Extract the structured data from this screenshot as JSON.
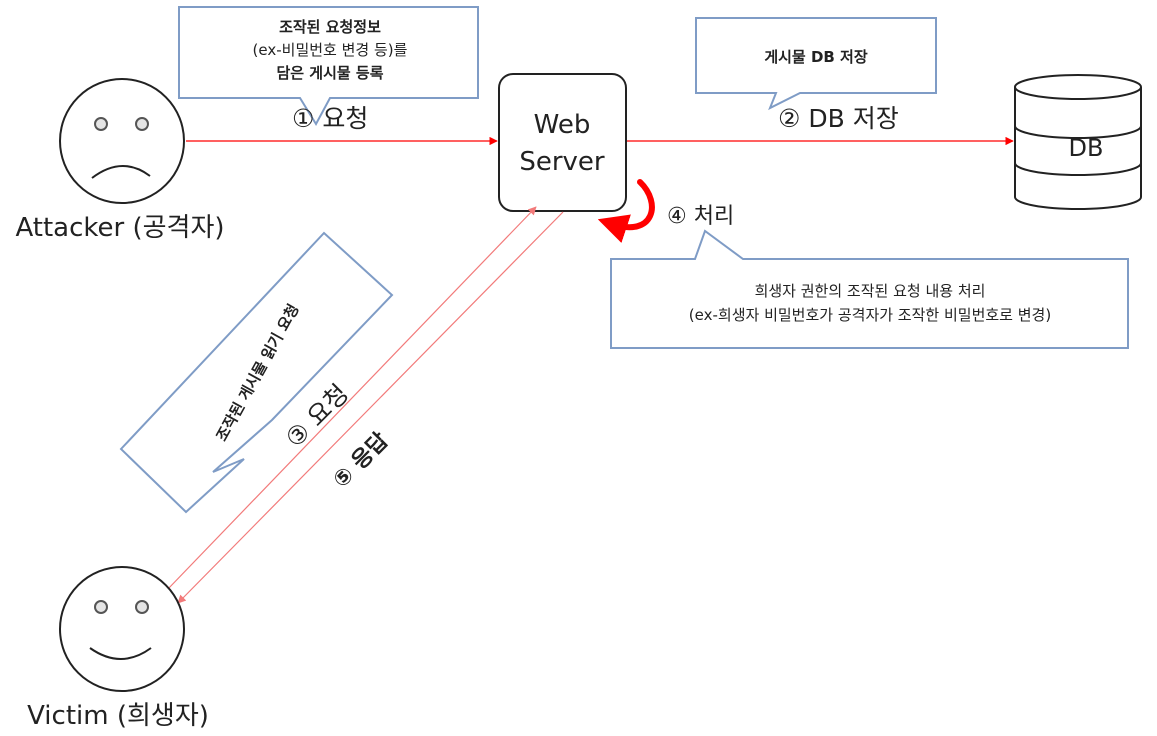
{
  "actors": {
    "attacker": "Attacker (공격자)",
    "victim": "Victim (희생자)"
  },
  "server": {
    "line1": "Web",
    "line2": "Server"
  },
  "database": {
    "label": "DB"
  },
  "steps": {
    "step1": "① 요청",
    "step2": "② DB 저장",
    "step3": "③ 요청",
    "step4": "④ 처리",
    "step5": "⑤ 응답"
  },
  "callouts": {
    "attacker": {
      "line1": "조작된 요청정보",
      "line2": "(ex-비밀번호 변경 등)를",
      "line3": "담은 게시물 등록"
    },
    "db": {
      "text": "게시물 DB 저장"
    },
    "process": {
      "line1": "희생자 권한의 조작된 요청 내용 처리",
      "line2": "(ex-희생자 비밀번호가 공격자가 조작한 비밀번호로 변경)"
    },
    "victim": {
      "text": "조작된 게시물 읽기 요청"
    }
  },
  "colors": {
    "arrow": "#ff0000",
    "arrow_light": "#f27a7a",
    "callout_border": "#7f9cc6",
    "outline": "#222222"
  }
}
